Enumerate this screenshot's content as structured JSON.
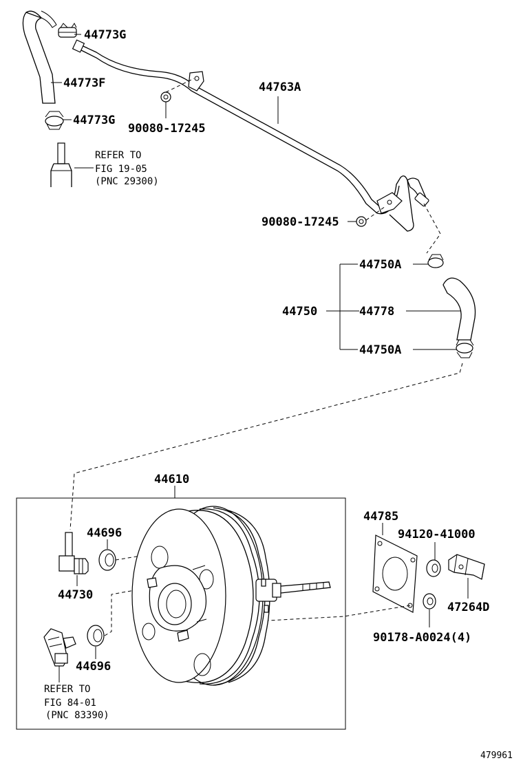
{
  "labels": {
    "clamp_upper": "44773G",
    "hose_upper": "44773F",
    "clamp_lower": "44773G",
    "nut_upper": "90080-17245",
    "pipe": "44763A",
    "nut_lower": "90080-17245",
    "clip_upper": "44750A",
    "hose_assy": "44750",
    "hose": "44778",
    "clip_lower": "44750A",
    "booster_assy": "44610",
    "grommet_upper": "44696",
    "check_valve": "44730",
    "grommet_lower": "44696",
    "gasket": "44785",
    "nut_bracket": "94120-41000",
    "bracket": "47264D",
    "nut_booster": "90178-A0024(4)"
  },
  "refer_engine": {
    "line1": "REFER TO",
    "line2": "FIG 19-05",
    "line3": "(PNC 29300)"
  },
  "refer_sensor": {
    "line1": "REFER TO",
    "line2": "FIG 84-01",
    "line3": "(PNC 83390)"
  },
  "catalog_number": "479961"
}
